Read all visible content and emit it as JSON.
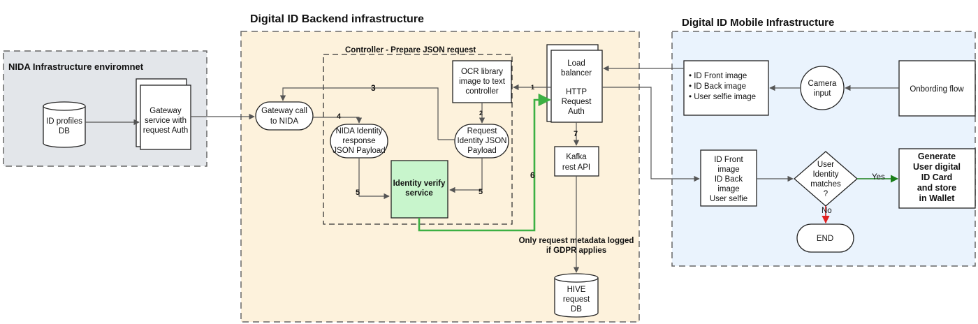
{
  "regions": {
    "nida": "NIDA Infrastructure enviromnet",
    "backend": "Digital ID Backend infrastructure",
    "mobile": "Digital ID Mobile Infrastructure",
    "controller": "Controller - Prepare JSON request"
  },
  "nida": {
    "db": [
      "ID profiles",
      "DB"
    ],
    "gateway": [
      "Gateway",
      "service with",
      "request Auth"
    ]
  },
  "backend": {
    "gateway_call": [
      "Gateway call",
      "to NIDA"
    ],
    "nida_response": [
      "NIDA Identity",
      "response",
      "JSON Payload"
    ],
    "ocr": [
      "OCR library",
      "image to text",
      "controller"
    ],
    "request_payload": [
      "Request",
      "Identity JSON",
      "Payload"
    ],
    "identity_verify": [
      "Identity verify",
      "service"
    ],
    "load_balancer": [
      "Load",
      "balancer"
    ],
    "http_auth": [
      "HTTP",
      "Request",
      "Auth"
    ],
    "kafka": [
      "Kafka",
      "rest API"
    ],
    "gdpr_note": [
      "Only request metadata logged",
      "if GDPR applies"
    ],
    "hive": [
      "HIVE",
      "request",
      "DB"
    ]
  },
  "mobile": {
    "images_list": [
      "ID Front image",
      "ID Back image",
      "User selfie image"
    ],
    "camera": [
      "Camera",
      "input"
    ],
    "onboarding": "Onbording flow",
    "id_images": [
      "ID Front",
      "image",
      "ID Back",
      "image",
      "User selfie"
    ],
    "decision": [
      "User",
      "Identity",
      "matches",
      "?"
    ],
    "generate": [
      "Generate",
      "User digital",
      "ID Card",
      "and store",
      "in Wallet"
    ],
    "end": "END",
    "yes": "Yes",
    "no": "No"
  },
  "step_labels": {
    "s1": "1",
    "s2": "2",
    "s3": "3",
    "s4": "4",
    "s5a": "5",
    "s5b": "5",
    "s6": "6",
    "s7": "7"
  },
  "colors": {
    "nida_fill": "#e3e6ea",
    "backend_fill": "#fdf2dc",
    "mobile_fill": "#eaf3fd",
    "identity_fill": "#c8f5cc",
    "green_line": "#3cb043",
    "yes_line": "#1a7f1a",
    "no_line": "#e02020",
    "line": "#555555"
  }
}
